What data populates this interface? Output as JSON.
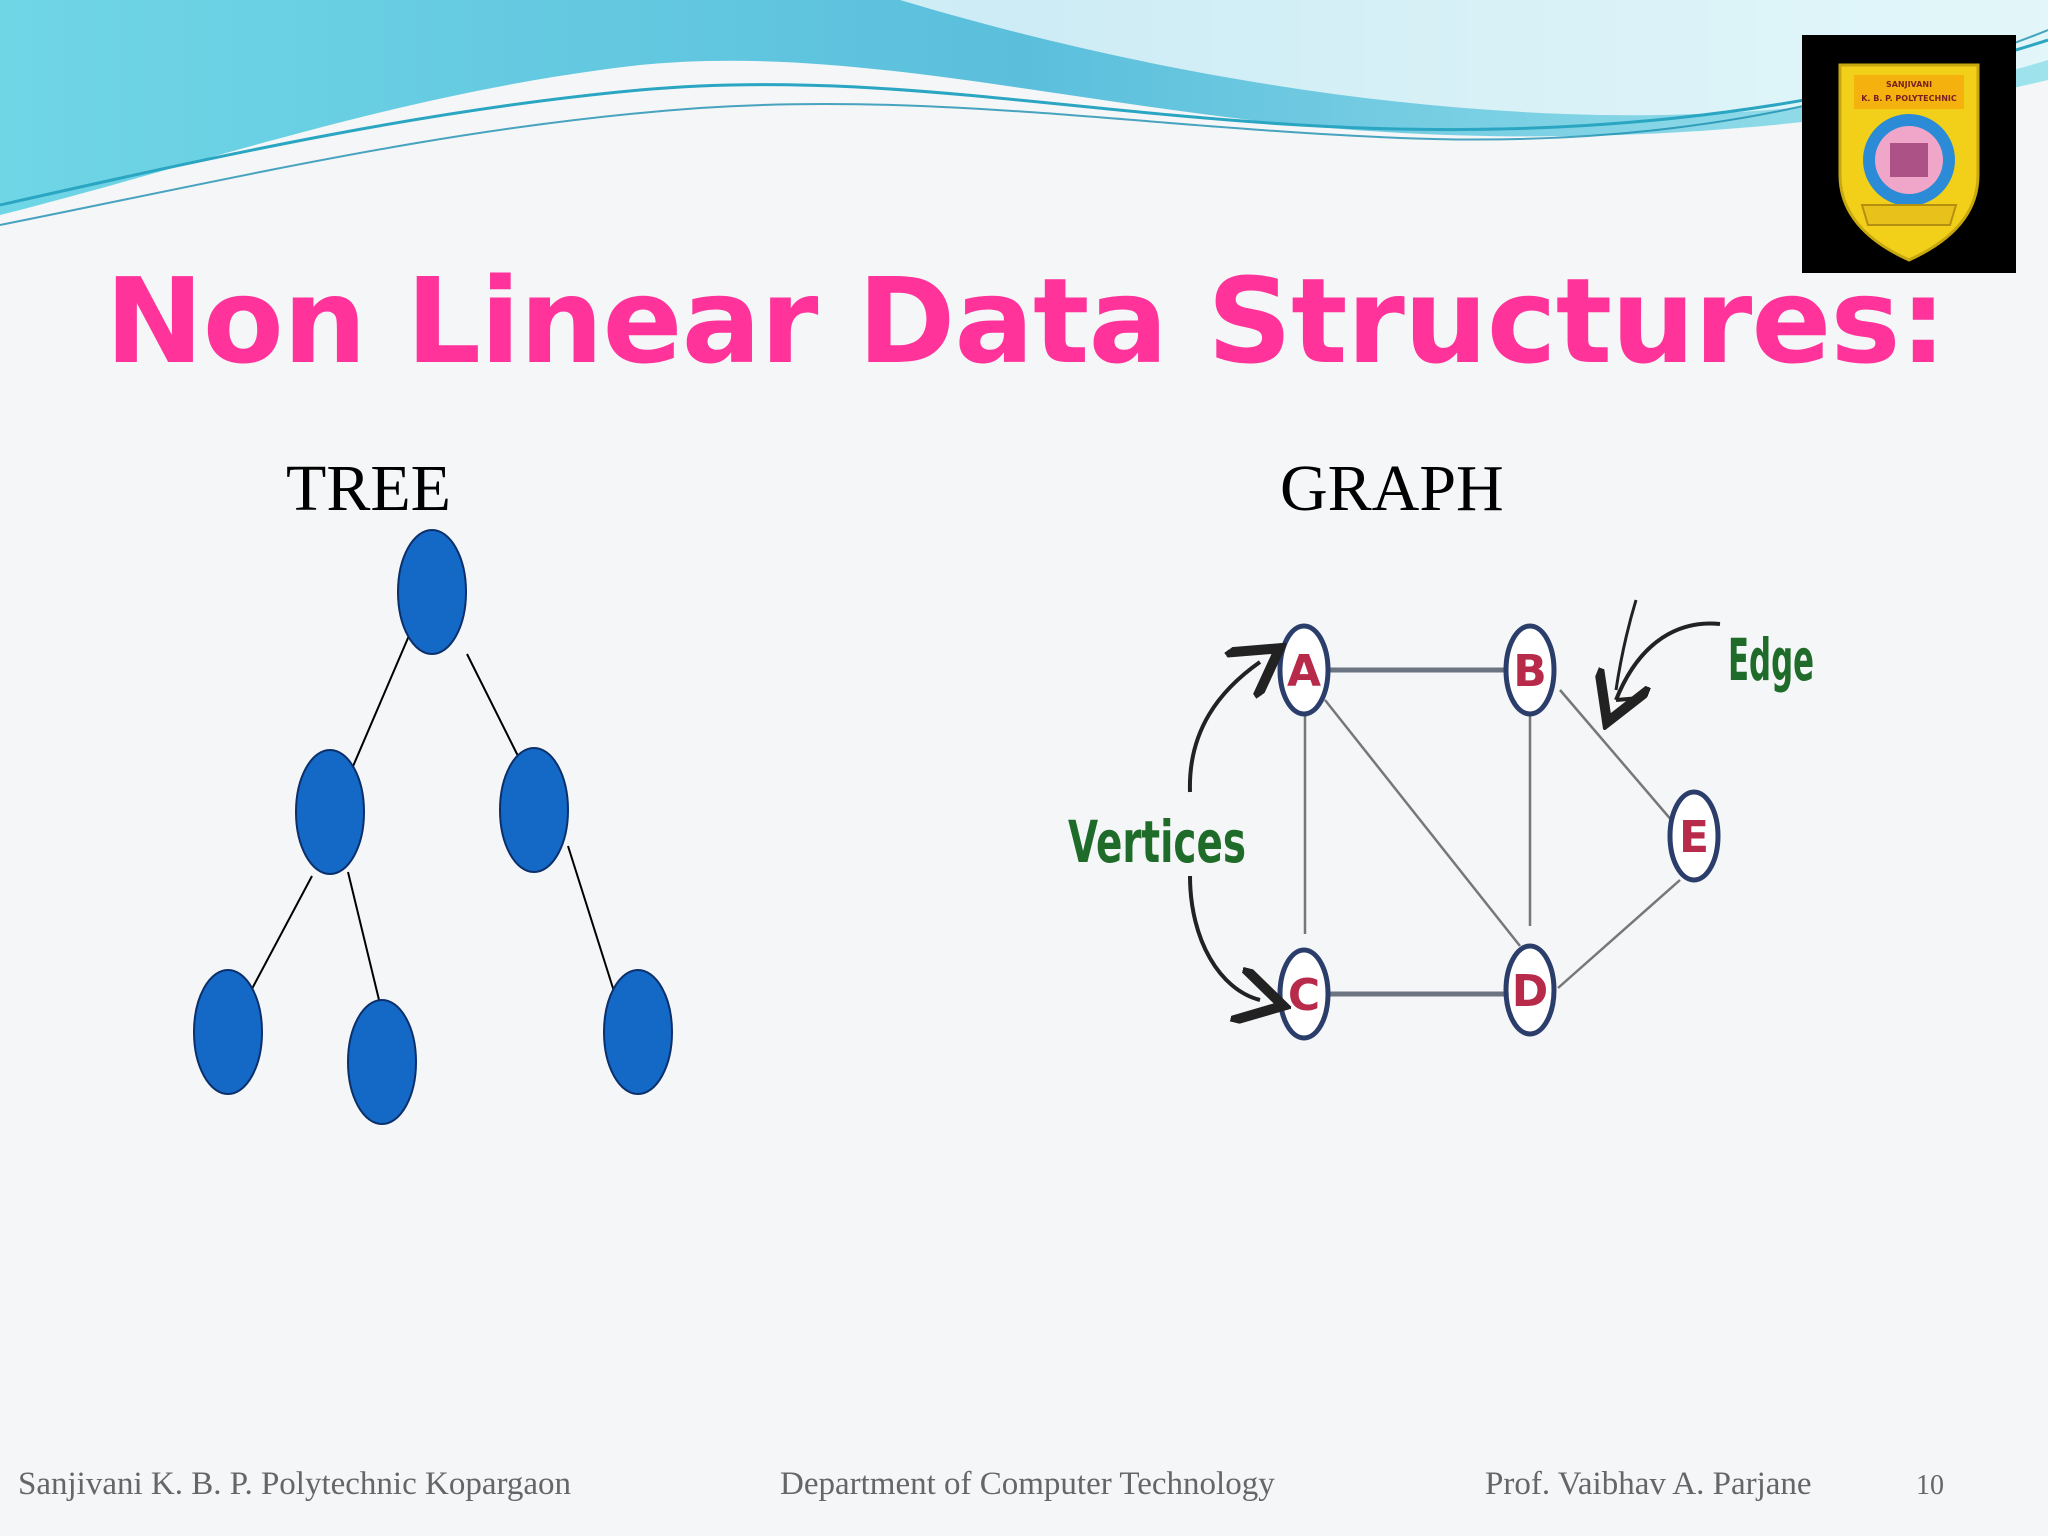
{
  "slide": {
    "title": "Non Linear Data Structures:",
    "title_color": "#ff3399"
  },
  "tree": {
    "label": "TREE",
    "node_color": "#1469c7",
    "nodes": [
      "root",
      "left-child",
      "right-child",
      "left-left-leaf",
      "left-right-leaf",
      "right-right-leaf"
    ]
  },
  "graph": {
    "label": "GRAPH",
    "vertices": [
      {
        "id": "A",
        "label": "A"
      },
      {
        "id": "B",
        "label": "B"
      },
      {
        "id": "C",
        "label": "C"
      },
      {
        "id": "D",
        "label": "D"
      },
      {
        "id": "E",
        "label": "E"
      }
    ],
    "edges": [
      [
        "A",
        "B"
      ],
      [
        "A",
        "C"
      ],
      [
        "A",
        "D"
      ],
      [
        "B",
        "D"
      ],
      [
        "B",
        "E"
      ],
      [
        "C",
        "D"
      ],
      [
        "D",
        "E"
      ]
    ],
    "vertex_label_color": "#b82a4a",
    "edge_annotation": "Edge",
    "vertices_annotation": "Vertices",
    "annotation_color": "#1f6b2a"
  },
  "footer": {
    "institute": "Sanjivani K. B. P. Polytechnic Kopargaon",
    "department": "Department of Computer Technology",
    "author": "Prof. Vaibhav A. Parjane",
    "page": "10"
  },
  "logo": {
    "name": "sanjivani-logo",
    "top_text": "SANJIVANI",
    "sub_text": "K. B. P. POLYTECHNIC"
  }
}
